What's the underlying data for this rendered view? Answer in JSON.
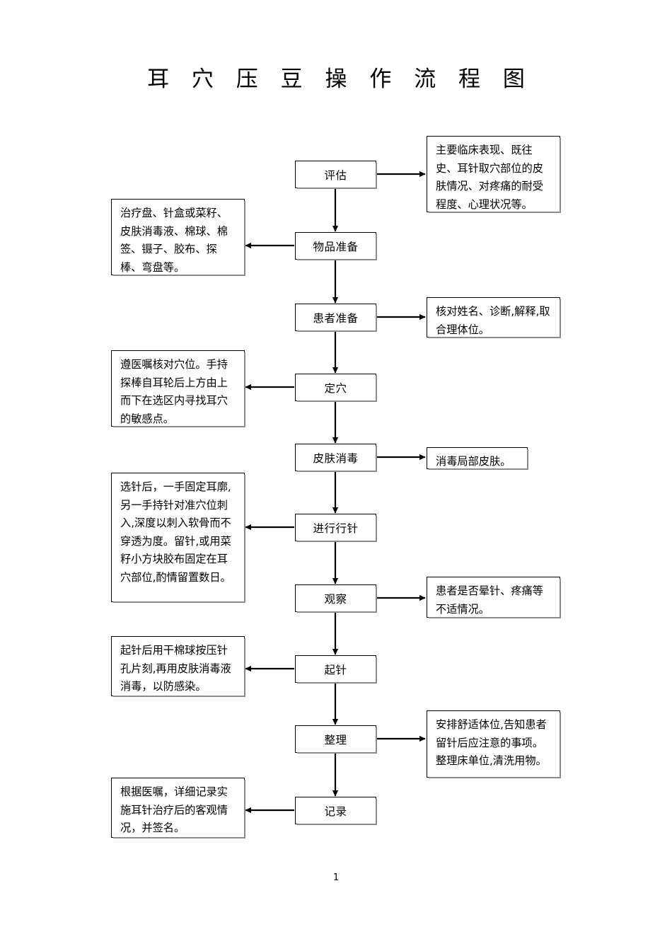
{
  "document": {
    "title": "耳 穴 压 豆 操 作 流 程 图",
    "page_number": "1"
  },
  "flow": {
    "nodes": [
      {
        "id": "assess",
        "label": "评估"
      },
      {
        "id": "supplies",
        "label": "物品准备"
      },
      {
        "id": "patient-prep",
        "label": "患者准备"
      },
      {
        "id": "locate-point",
        "label": "定穴"
      },
      {
        "id": "disinfect",
        "label": "皮肤消毒"
      },
      {
        "id": "needling",
        "label": "进行行针"
      },
      {
        "id": "observe",
        "label": "观察"
      },
      {
        "id": "remove-needle",
        "label": "起针"
      },
      {
        "id": "tidy-up",
        "label": "整理"
      },
      {
        "id": "record",
        "label": "记录"
      }
    ],
    "right_notes": [
      {
        "for": "assess",
        "text": "主要临床表现、既往史、耳针取穴部位的皮肤情况、对疼痛的耐受程度、心理状况等。"
      },
      {
        "for": "patient-prep",
        "text": "核对姓名、诊断,解释,取合理体位。"
      },
      {
        "for": "disinfect",
        "text": "消毒局部皮肤。"
      },
      {
        "for": "observe",
        "text": "患者是否晕针、疼痛等不适情况。"
      },
      {
        "for": "tidy-up",
        "text": "安排舒适体位,告知患者留针后应注意的事项。整理床单位,清洗用物。"
      }
    ],
    "left_notes": [
      {
        "for": "supplies",
        "text": "治疗盘、针盒或菜籽、皮肤消毒液、棉球、棉签、镊子、胶布、探棒、弯盘等。"
      },
      {
        "for": "locate-point",
        "text": "遵医嘱核对穴位。手持探棒自耳轮后上方由上而下在选区内寻找耳穴的敏感点。"
      },
      {
        "for": "needling",
        "text": "选针后，一手固定耳廓,另一手持针对准穴位刺入,深度以刺入软骨而不穿透为度。留针,或用菜籽小方块胶布固定在耳穴部位,酌情留置数日。"
      },
      {
        "for": "remove-needle",
        "text": "起针后用干棉球按压针孔片刻,再用皮肤消毒液消毒，以防感染。"
      },
      {
        "for": "record",
        "text": "根据医嘱，详细记录实施耳针治疗后的客观情况，并签名。"
      }
    ]
  },
  "colors": {
    "line": "#000000",
    "shadow": "#8c8c8c",
    "paper": "#ffffff"
  }
}
